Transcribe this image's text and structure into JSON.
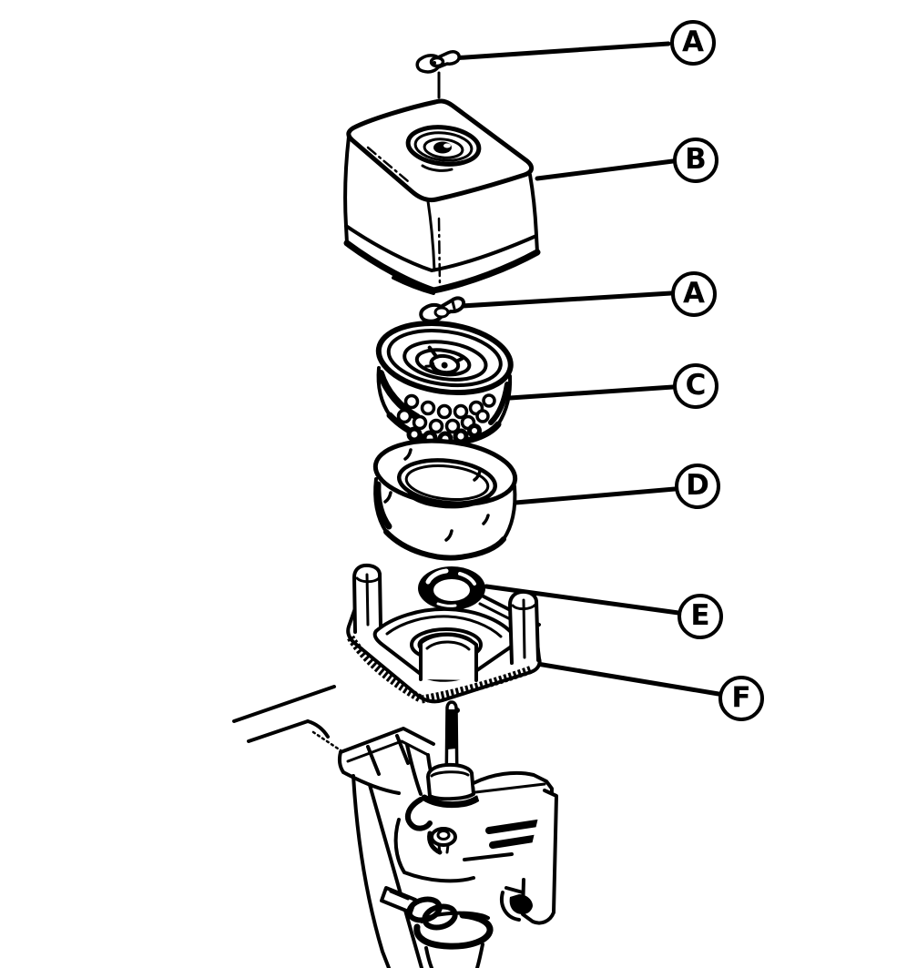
{
  "diagram": {
    "background_color": "#ffffff",
    "line_color": "#000000",
    "callouts": [
      {
        "label": "A"
      },
      {
        "label": "B"
      },
      {
        "label": "A"
      },
      {
        "label": "C"
      },
      {
        "label": "D"
      },
      {
        "label": "E"
      },
      {
        "label": "F"
      }
    ]
  }
}
